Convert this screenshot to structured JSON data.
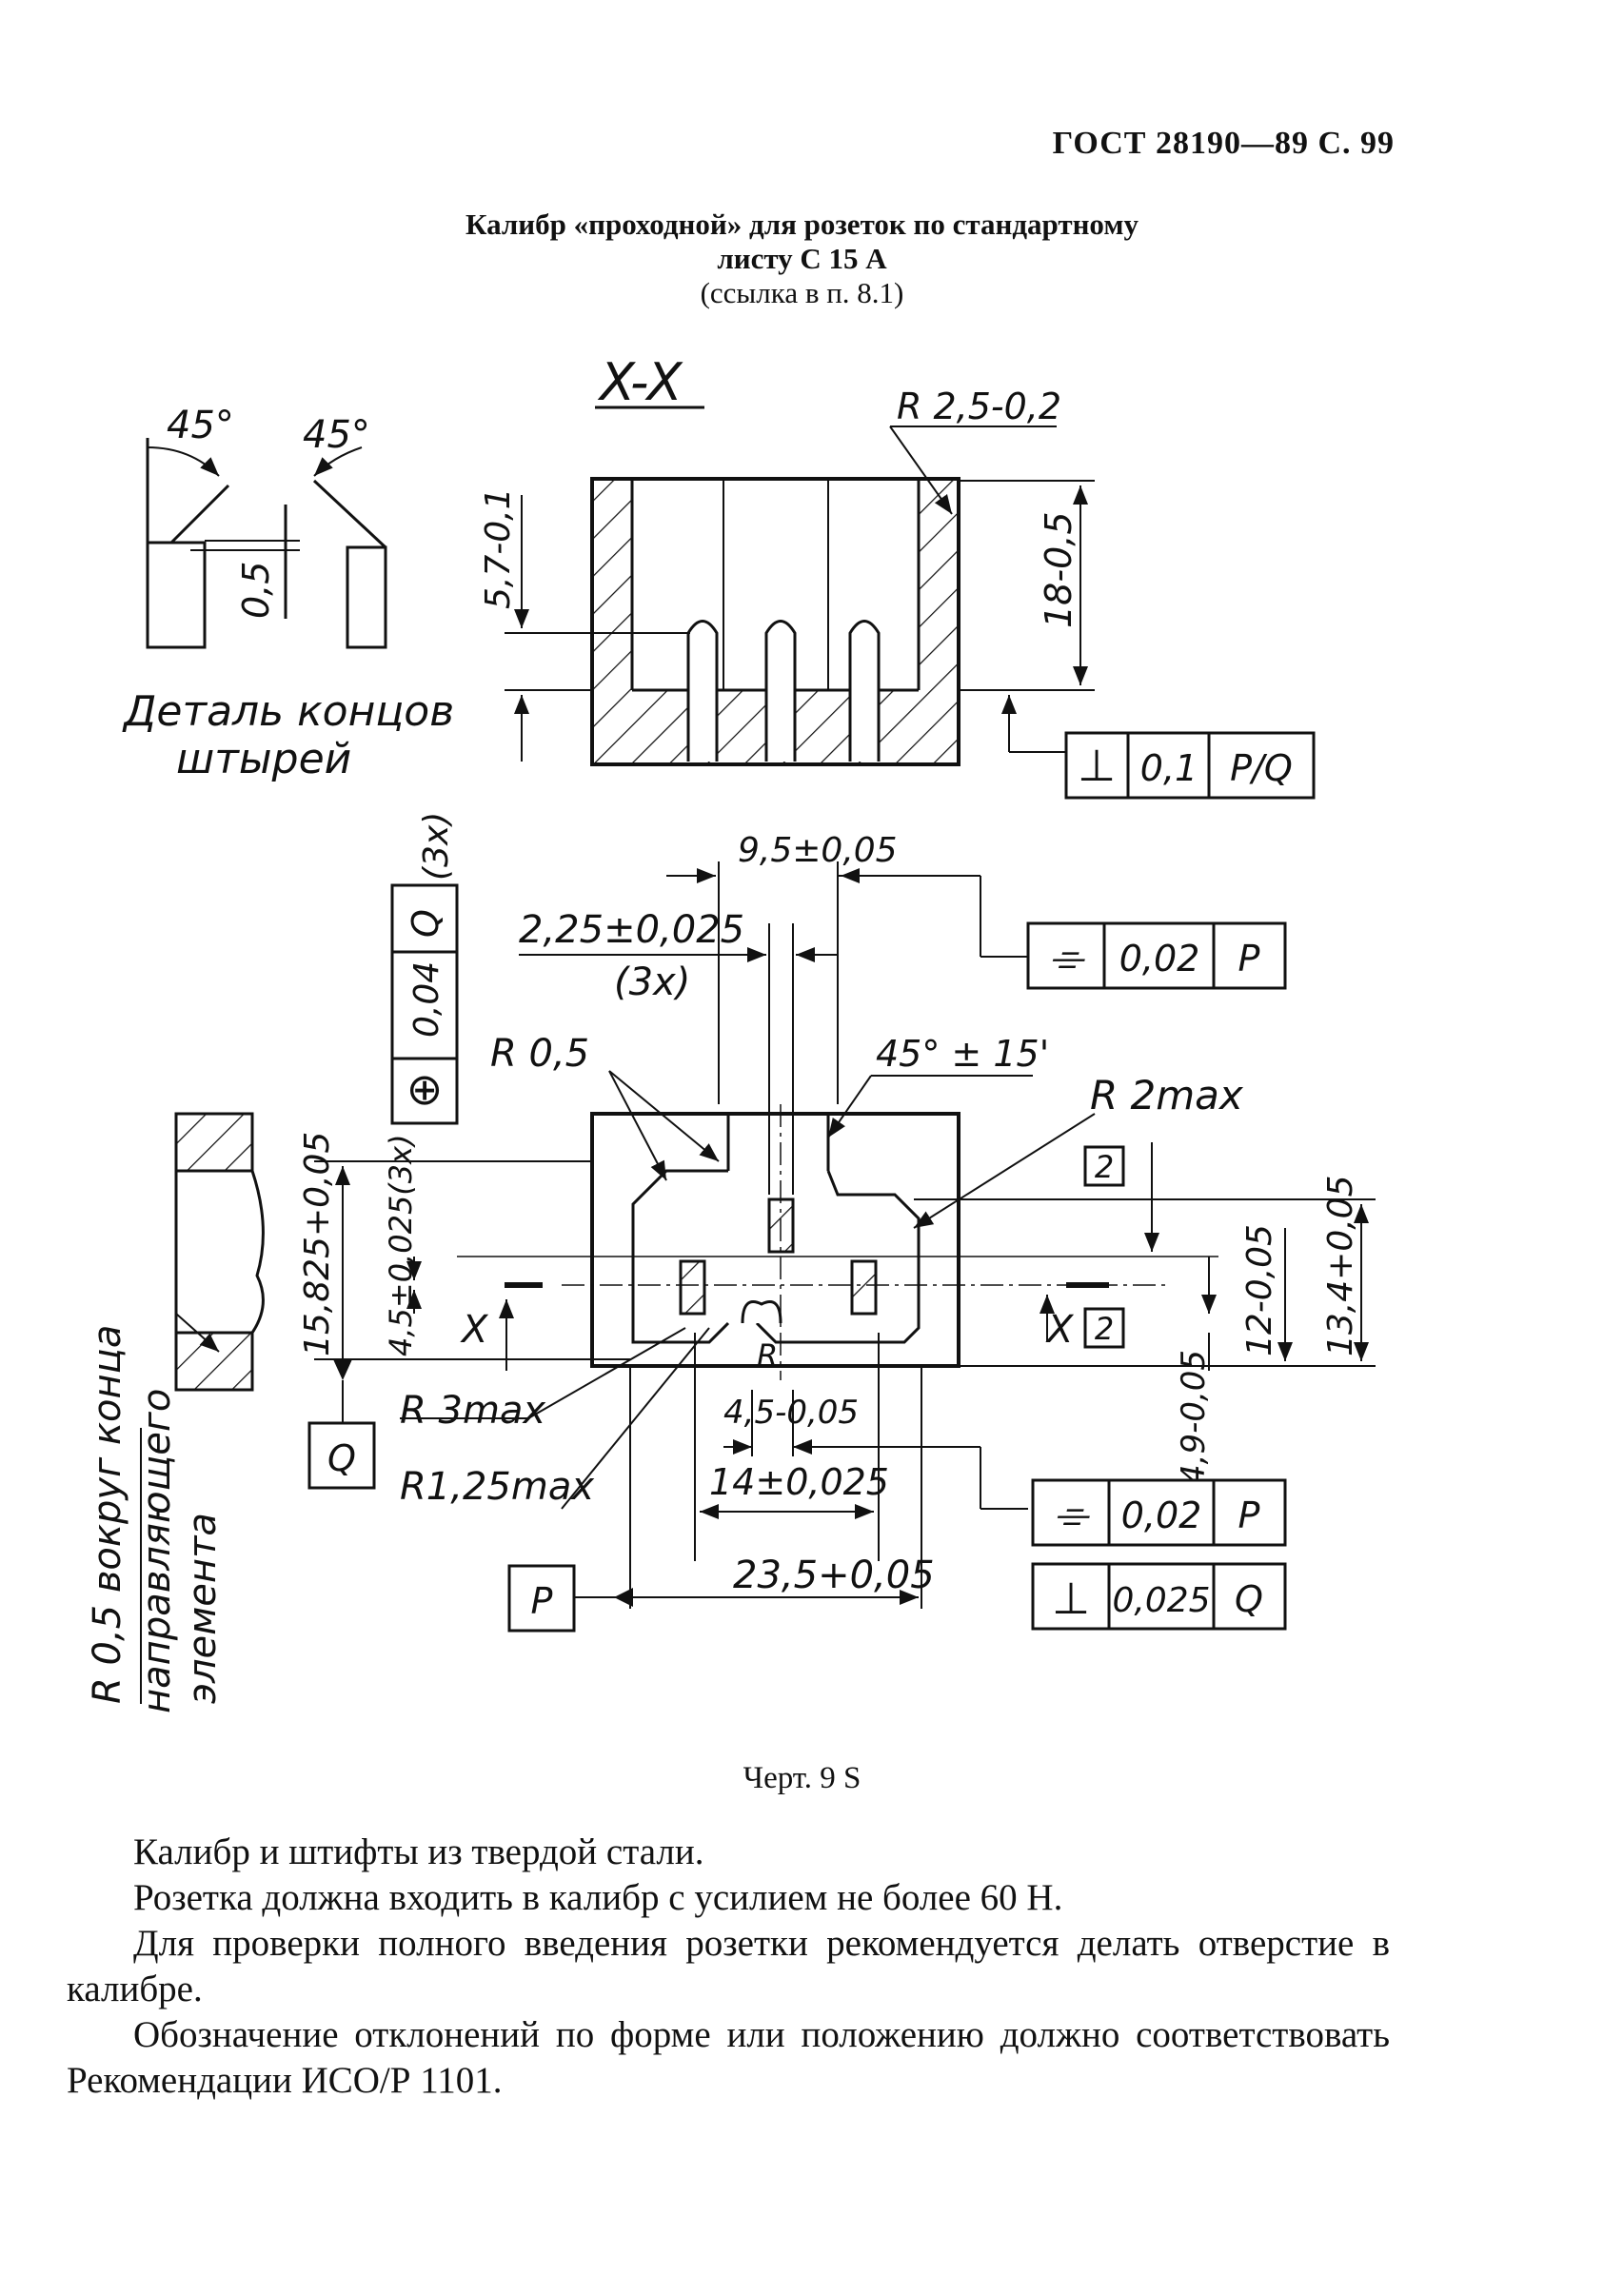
{
  "header": {
    "standard_ref": "ГОСТ 28190—89 С. 99"
  },
  "title": {
    "line1": "Калибр «проходной» для розеток по стандартному",
    "line2": "листу С 15 А",
    "line3": "(ссылка в п. 8.1)"
  },
  "drawing": {
    "section_label": "X-X",
    "detail_caption_line1": "Деталь концов",
    "detail_caption_line2": "штырей",
    "angle_left": "45°",
    "angle_right": "45°",
    "dim_05": "0,5",
    "radius_top": "R 2,5-0,2",
    "dim_57": "5,7-0,1",
    "dim_18": "18-0,5",
    "tol1": {
      "symbol": "⊥",
      "value": "0,1",
      "datum": "P/Q"
    },
    "dim_95": "9,5±0,05",
    "dim_225": "2,25±0,025",
    "dim_225_count": "(3x)",
    "tol_sym_top": {
      "symbol": "⌯",
      "value": "0,02",
      "datum": "P"
    },
    "tol_pos": {
      "symbol": "⊕",
      "value": "0,04",
      "datum": "Q",
      "count": "(3x)"
    },
    "r05": "R 0,5",
    "angle_45_15": "45° ± 15'",
    "r2max": "R 2max",
    "box2": "2",
    "dim_15825": "15,825+0,05",
    "dim_45": "4,5±0,025(3x)",
    "dim_12": "12-0,05",
    "dim_134": "13,4+0,05",
    "dim_49": "4,9-0,05",
    "r_small": "R",
    "x_label": "X",
    "q_datum": "Q",
    "r3max": "R 3max",
    "r125max": "R1,25max",
    "dim_45b": "4,5-0,05",
    "dim_14": "14±0,025",
    "tol_sym_bottom": {
      "symbol": "⌯",
      "value": "0,02",
      "datum": "P"
    },
    "p_datum": "P",
    "dim_235": "23,5+0,05",
    "tol_perp_bottom": {
      "symbol": "⊥",
      "value": "0,025",
      "datum": "Q"
    },
    "side_note_line1": "R 0,5 вокруг конца",
    "side_note_line2": "направляющего",
    "side_note_line3": "элемента"
  },
  "figure_caption": "Черт. 9 S",
  "paragraphs": [
    "Калибр и штифты из твердой стали.",
    "Розетка должна входить в калибр с усилием не более 60 Н.",
    "Для проверки полного введения розетки рекомендуется делать отверстие в калибре.",
    "Обозначение отклонений по форме или положению должно соответствовать Рекомендации ИСО/Р 1101."
  ]
}
